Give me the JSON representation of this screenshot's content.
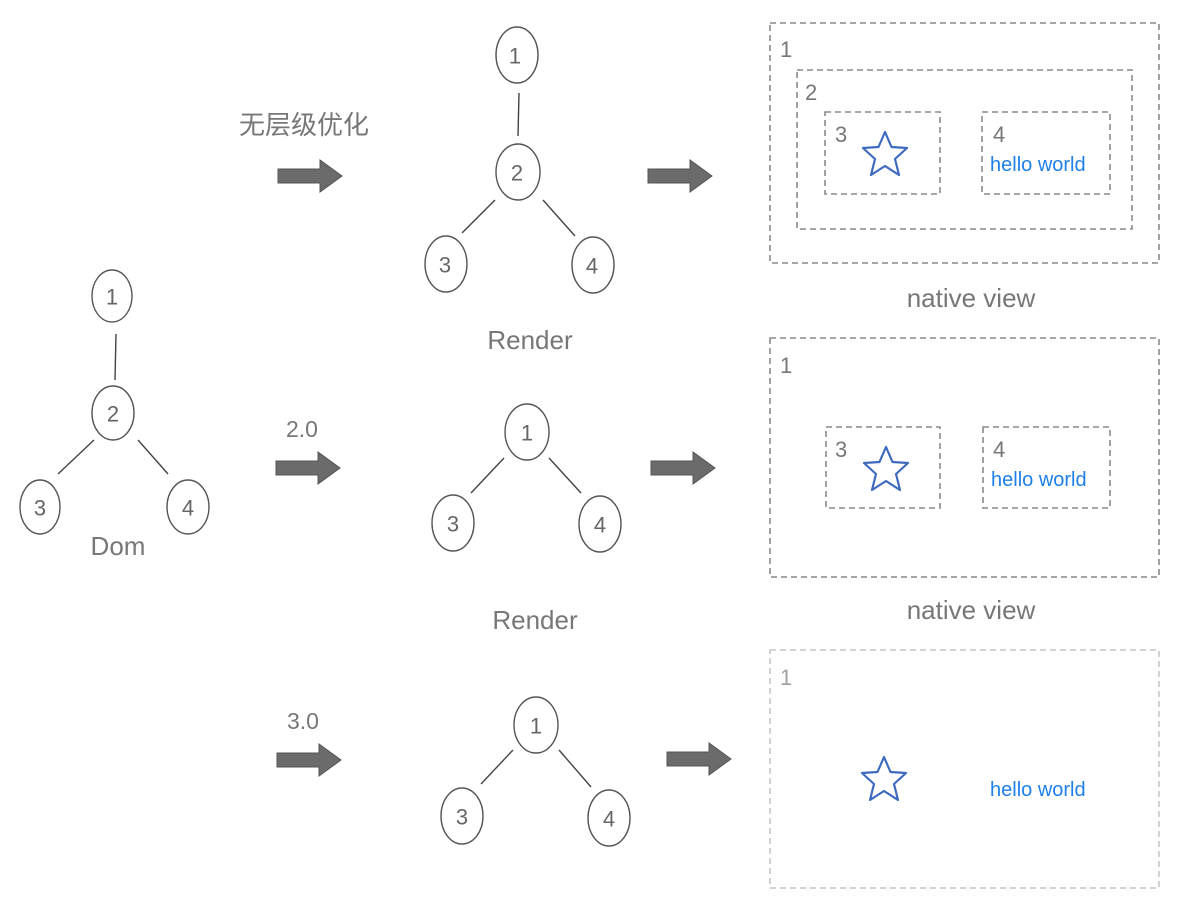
{
  "dom": {
    "caption": "Dom",
    "nodes": [
      "1",
      "2",
      "3",
      "4"
    ]
  },
  "row1": {
    "arrow_label": "无层级优化",
    "tree_caption": "Render",
    "tree_nodes": [
      "1",
      "2",
      "3",
      "4"
    ],
    "native": {
      "caption": "native view",
      "box_labels": [
        "1",
        "2",
        "3",
        "4"
      ],
      "text": "hello world"
    }
  },
  "row2": {
    "arrow_label": "2.0",
    "tree_caption": "Render",
    "tree_nodes": [
      "1",
      "3",
      "4"
    ],
    "native": {
      "caption": "native view",
      "box_labels": [
        "1",
        "3",
        "4"
      ],
      "text": "hello world"
    }
  },
  "row3": {
    "arrow_label": "3.0",
    "tree_nodes": [
      "1",
      "3",
      "4"
    ],
    "native": {
      "box_labels": [
        "1"
      ],
      "text": "hello world"
    }
  },
  "icons": {
    "arrow": "right-arrow-icon",
    "star": "star-icon"
  },
  "colors": {
    "text_link": "#1e80e8",
    "star_stroke": "#3f6bbf",
    "node_stroke": "#555555"
  }
}
